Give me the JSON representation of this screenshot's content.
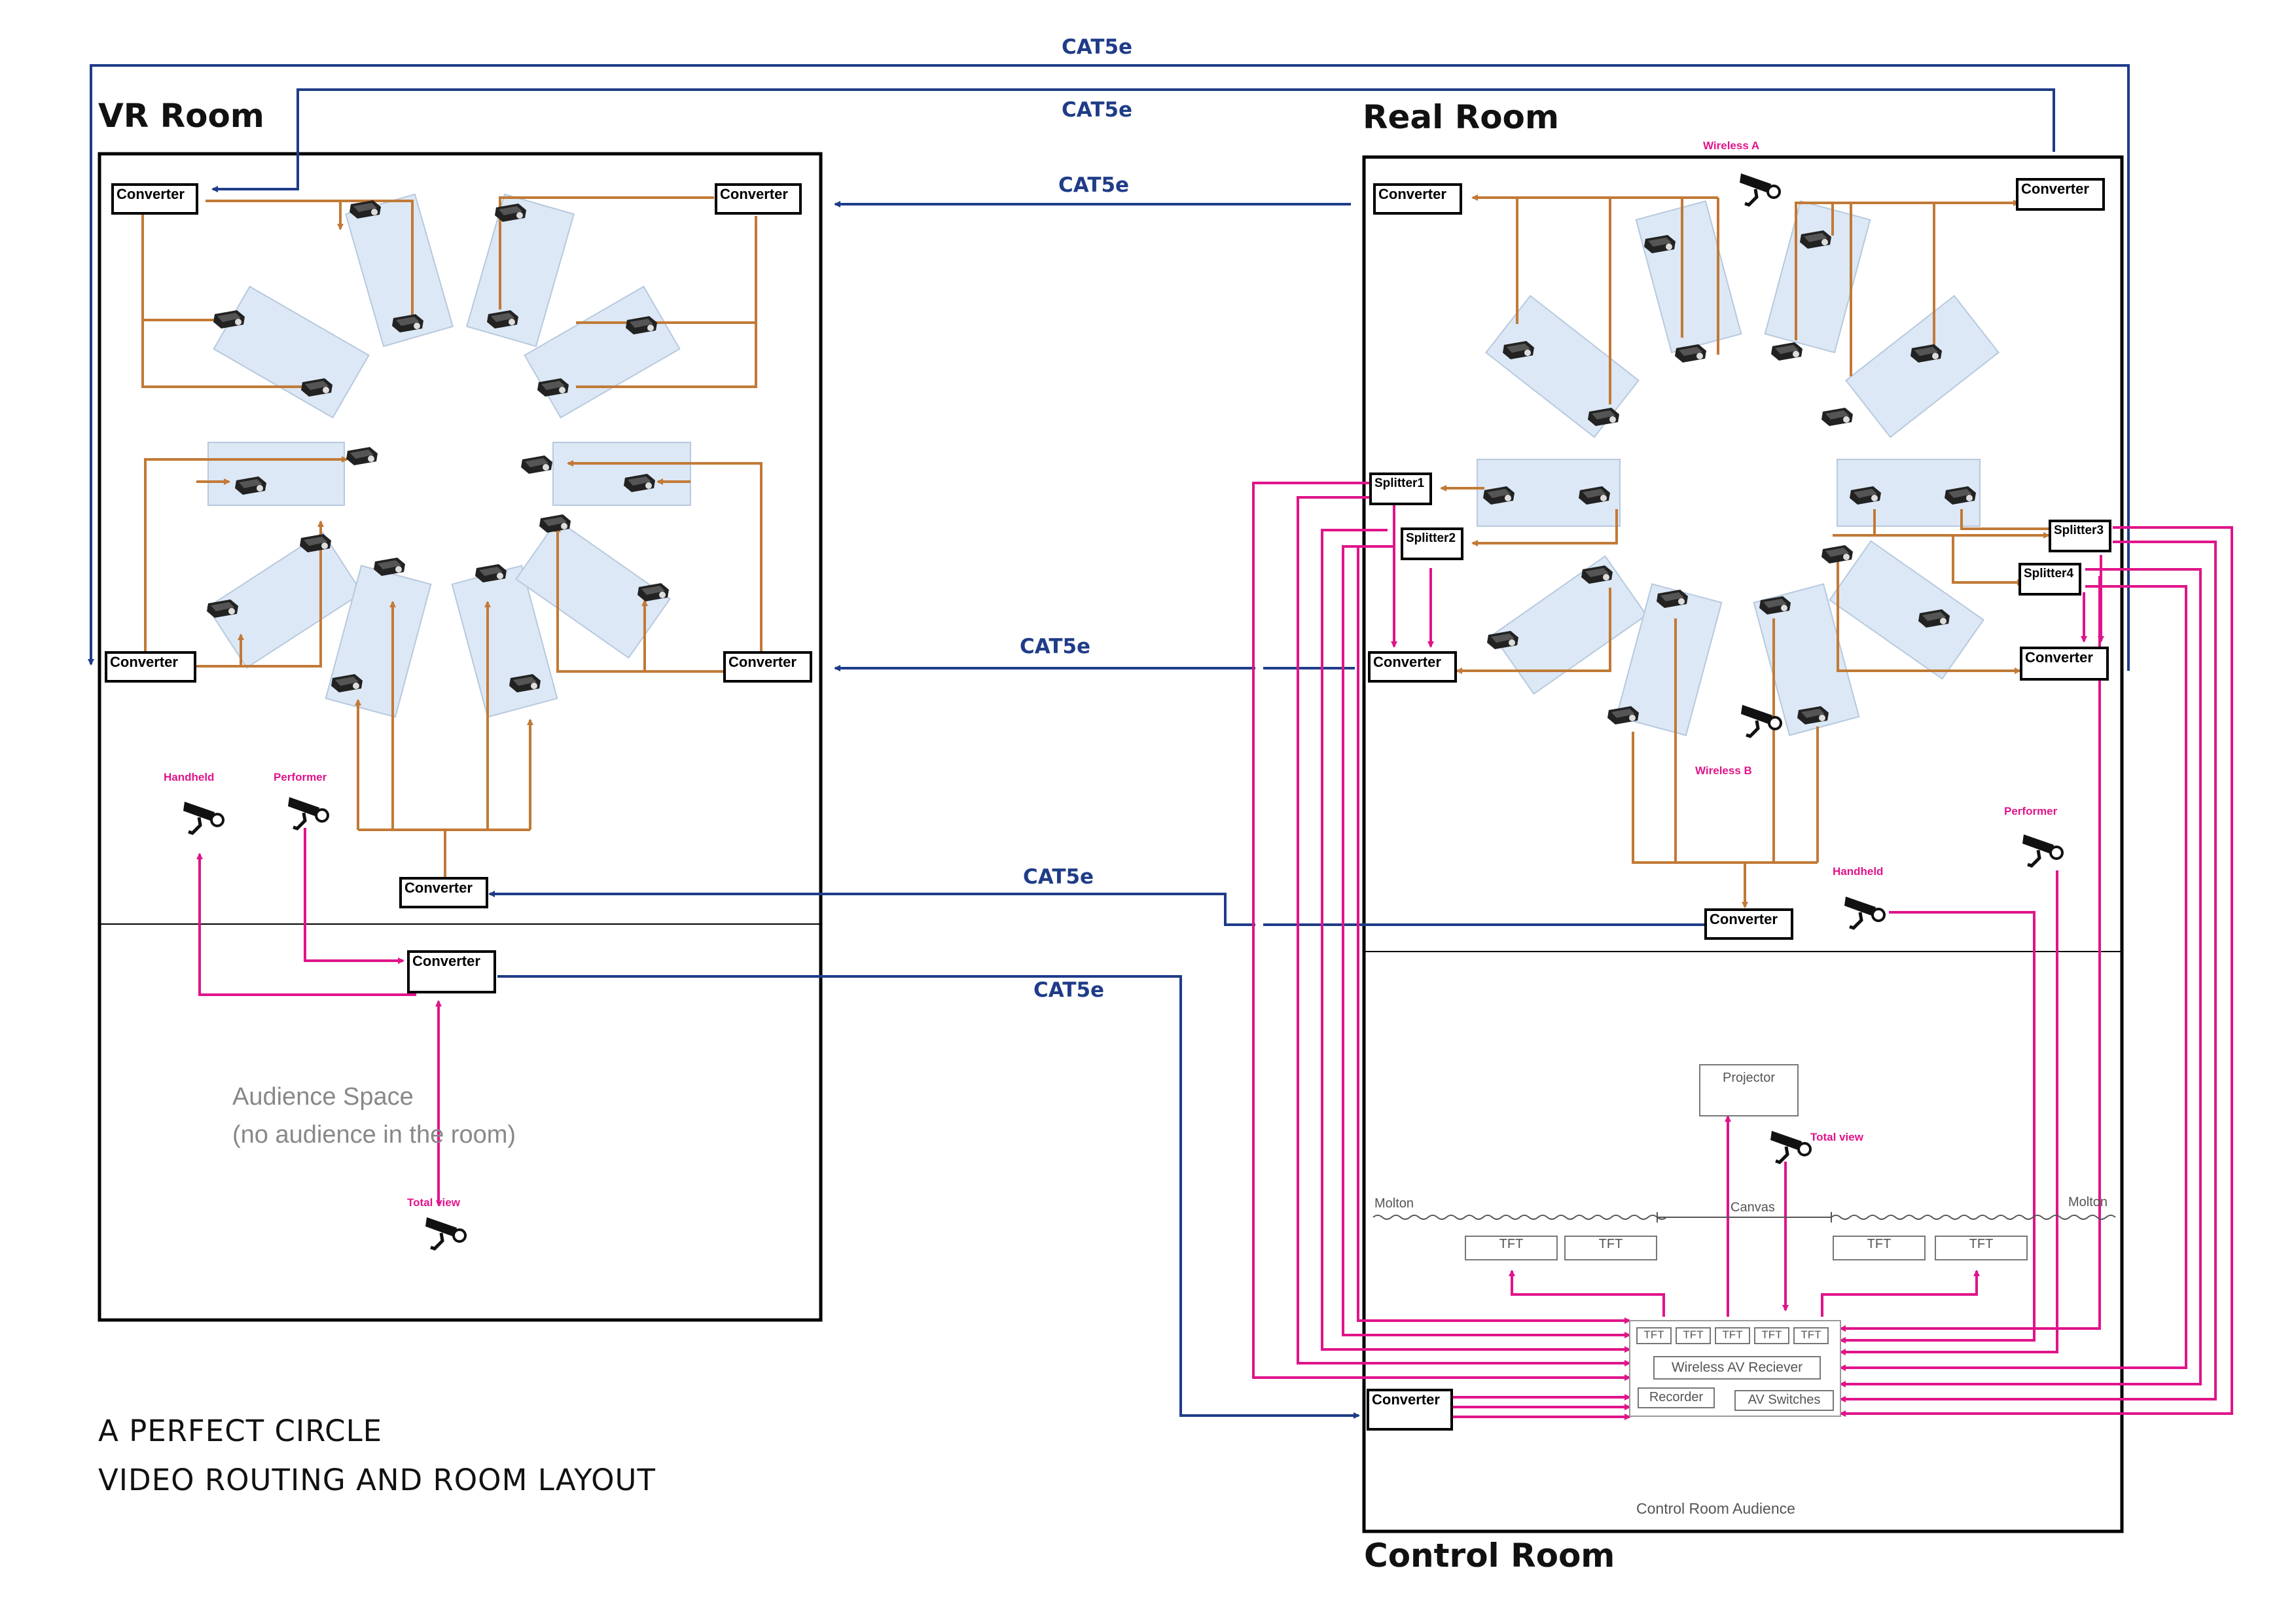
{
  "rooms": {
    "vr": "VR Room",
    "real": "Real Room",
    "control": "Control Room"
  },
  "cables": {
    "cat_top": "CAT5e",
    "cat_second": "CAT5e",
    "cat_third": "CAT5e",
    "cat_mid": "CAT5e",
    "cat_lower": "CAT5e",
    "cat_bottom": "CAT5e"
  },
  "nodes": {
    "converter": "Converter",
    "splitter1": "Splitter1",
    "splitter2": "Splitter2",
    "splitter3": "Splitter3",
    "splitter4": "Splitter4"
  },
  "cameras": {
    "handheld": "Handheld",
    "performer": "Performer",
    "total_view": "Total view",
    "wireless_a": "Wireless A",
    "wireless_b": "Wireless B"
  },
  "control_room": {
    "projector": "Projector",
    "molton": "Molton",
    "canvas": "Canvas",
    "tft": "TFT",
    "wireless_av_receiver": "Wireless AV Reciever",
    "recorder": "Recorder",
    "av_switches": "AV Switches",
    "audience": "Control Room Audience"
  },
  "audience_space": {
    "line1": "Audience Space",
    "line2": "(no audience in the room)"
  },
  "footer": {
    "line1": "A PERFECT CIRCLE",
    "line2": "VIDEO ROUTING AND ROOM LAYOUT"
  },
  "colors": {
    "network": "#1f3c88",
    "video": "#c17a37",
    "camera": "#e0148a",
    "screen_fill": "#dce8f5"
  }
}
